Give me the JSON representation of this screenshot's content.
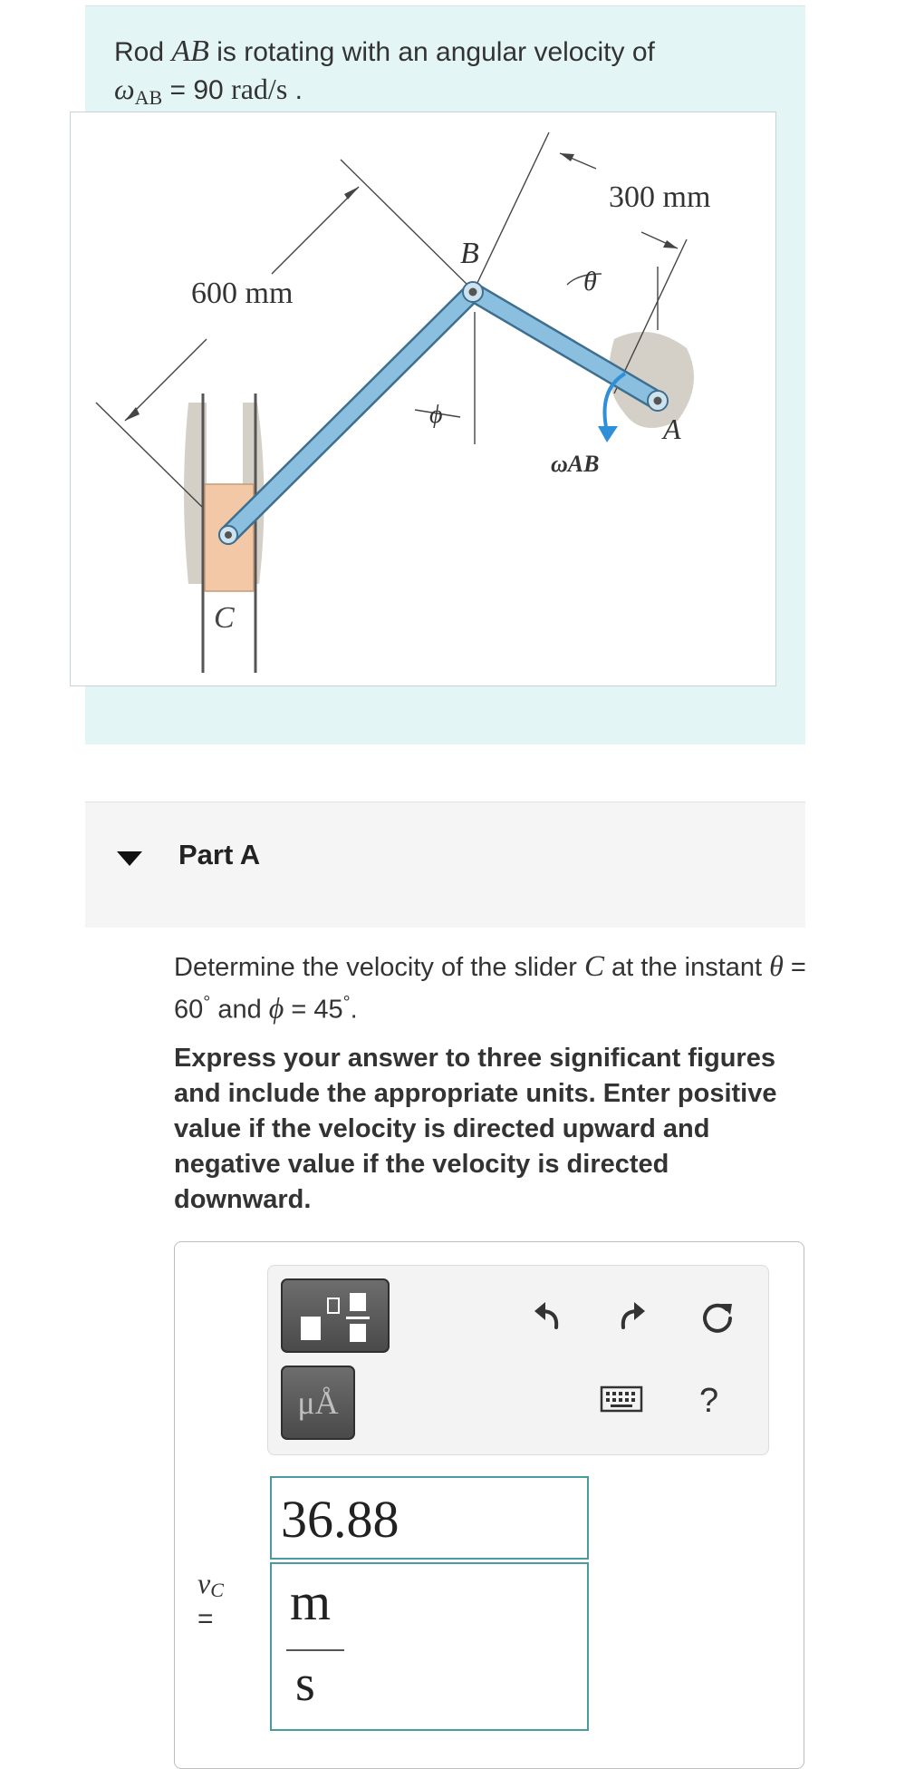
{
  "intro": {
    "line1_pre": "Rod ",
    "line1_var": "AB",
    "line1_post": " is rotating with an angular velocity of",
    "omega_symbol": "ω",
    "omega_sub": "AB",
    "line2_mid": " = 90 ",
    "line2_unit": "rad/s",
    "line2_end": " ."
  },
  "figure": {
    "dim_600": "600 mm",
    "dim_300": "300 mm",
    "label_B": "B",
    "label_A": "A",
    "label_C": "C",
    "label_theta": "θ",
    "label_phi": "ϕ",
    "label_omega": "ωAB",
    "colors": {
      "rod": "#8bbfe0",
      "slider": "#f2c8a6",
      "ground": "#d5d0c7",
      "arrow": "#2f8fd8"
    }
  },
  "part": {
    "title": "Part A"
  },
  "question": {
    "pre": "Determine the velocity of the slider ",
    "var": "C",
    "mid": " at the instant ",
    "theta": "θ",
    "theta_val": " = 60",
    "deg": "°",
    "and": " and ",
    "phi": "ϕ",
    "phi_val": " = 45",
    "end": "."
  },
  "instructions": "Express your answer to three significant figures and include the appropriate units. Enter positive value if the velocity is directed upward and negative value if the velocity is directed downward.",
  "toolbar": {
    "unit_button_label": "μÅ",
    "help_label": "?",
    "icons": [
      "fraction-template-icon",
      "units-icon",
      "undo-icon",
      "redo-icon",
      "reset-icon",
      "keyboard-icon",
      "help-icon"
    ]
  },
  "answer": {
    "var": "v",
    "var_sub": "C",
    "equals": "=",
    "value": "36.88",
    "unit_num": "m",
    "unit_den": "s"
  }
}
